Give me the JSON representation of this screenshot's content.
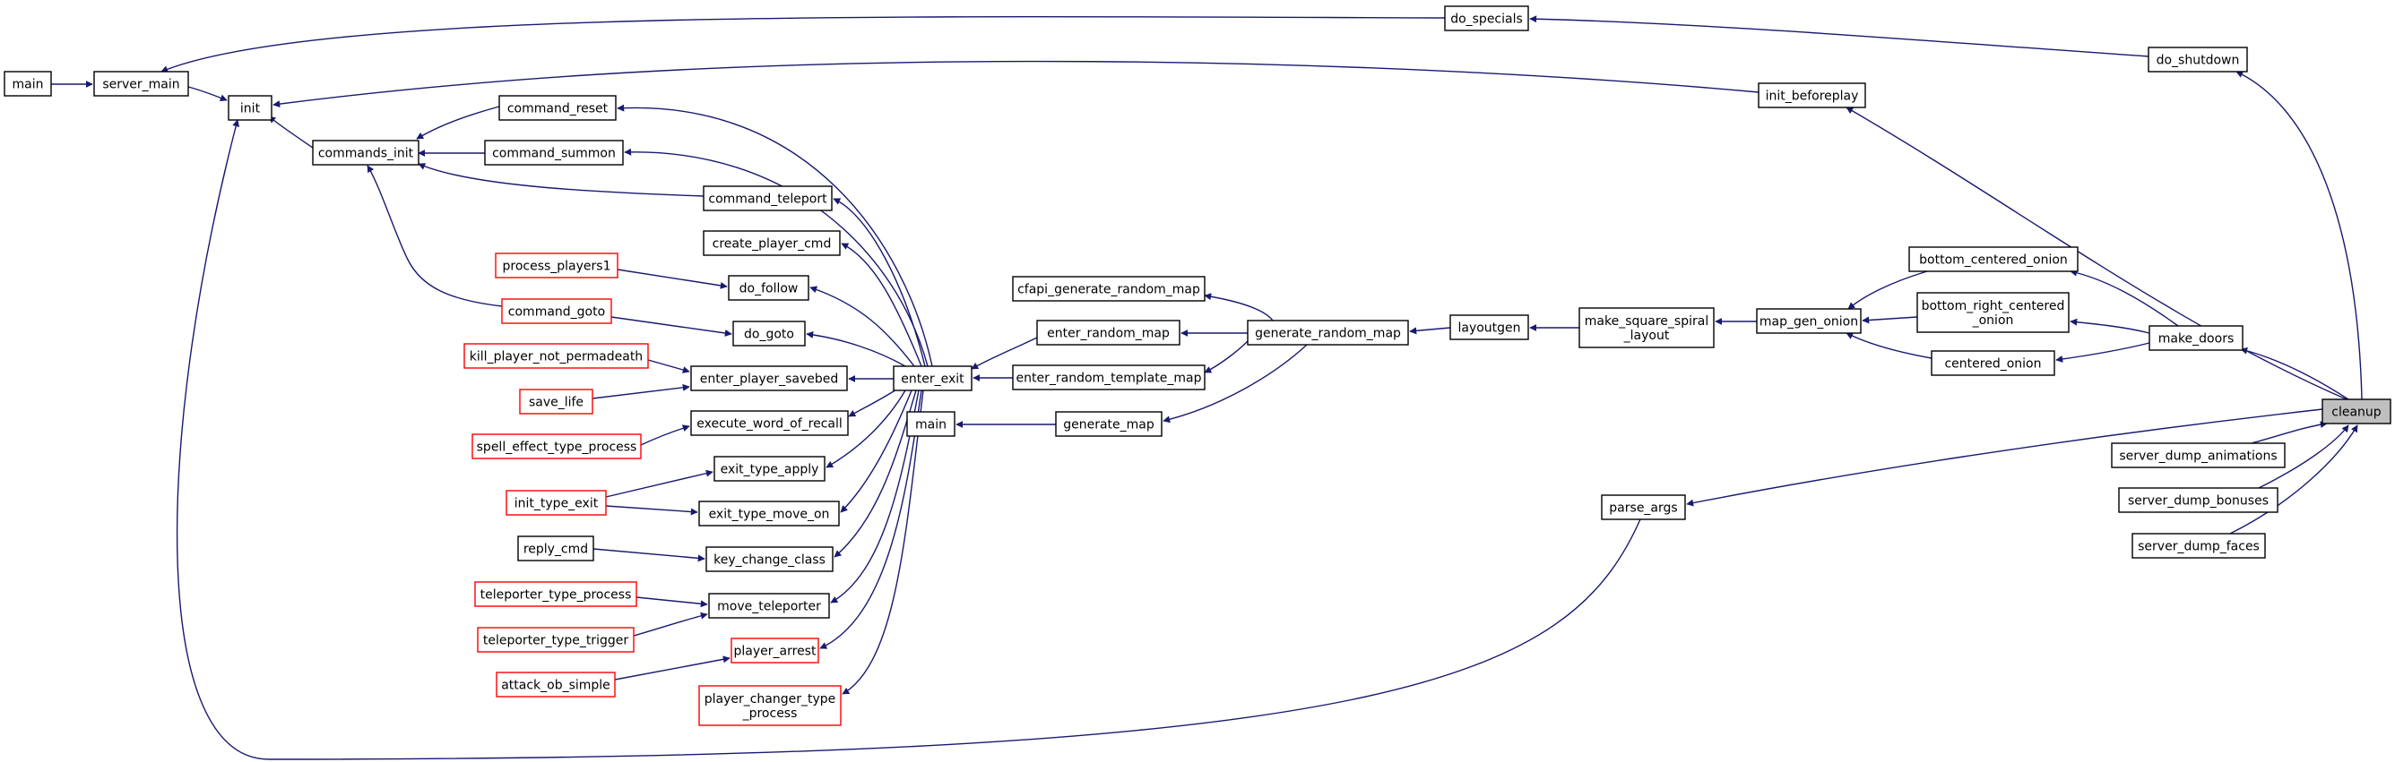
{
  "graph": {
    "colors": {
      "edge": "#191970",
      "truncated_border": "#ff0000",
      "focus_fill": "#bfbfbf"
    },
    "nodes": [
      {
        "id": "main1",
        "lines": [
          "main"
        ]
      },
      {
        "id": "server_main",
        "lines": [
          "server_main"
        ]
      },
      {
        "id": "init",
        "lines": [
          "init"
        ]
      },
      {
        "id": "commands_init",
        "lines": [
          "commands_init"
        ]
      },
      {
        "id": "command_reset",
        "lines": [
          "command_reset"
        ]
      },
      {
        "id": "command_summon",
        "lines": [
          "command_summon"
        ]
      },
      {
        "id": "command_teleport",
        "lines": [
          "command_teleport"
        ]
      },
      {
        "id": "create_player_cmd",
        "lines": [
          "create_player_cmd"
        ]
      },
      {
        "id": "process_players1",
        "lines": [
          "process_players1"
        ],
        "truncated": true
      },
      {
        "id": "do_follow",
        "lines": [
          "do_follow"
        ]
      },
      {
        "id": "command_goto",
        "lines": [
          "command_goto"
        ],
        "truncated": true
      },
      {
        "id": "do_goto",
        "lines": [
          "do_goto"
        ]
      },
      {
        "id": "kill_player",
        "lines": [
          "kill_player_not_permadeath"
        ],
        "truncated": true
      },
      {
        "id": "enter_player_savebed",
        "lines": [
          "enter_player_savebed"
        ]
      },
      {
        "id": "save_life",
        "lines": [
          "save_life"
        ],
        "truncated": true
      },
      {
        "id": "execute_word_of_recall",
        "lines": [
          "execute_word_of_recall"
        ]
      },
      {
        "id": "spell_effect",
        "lines": [
          "spell_effect_type_process"
        ],
        "truncated": true
      },
      {
        "id": "exit_type_apply",
        "lines": [
          "exit_type_apply"
        ]
      },
      {
        "id": "init_type_exit",
        "lines": [
          "init_type_exit"
        ],
        "truncated": true
      },
      {
        "id": "exit_type_move_on",
        "lines": [
          "exit_type_move_on"
        ]
      },
      {
        "id": "reply_cmd",
        "lines": [
          "reply_cmd"
        ]
      },
      {
        "id": "key_change_class",
        "lines": [
          "key_change_class"
        ]
      },
      {
        "id": "teleporter_type_process",
        "lines": [
          "teleporter_type_process"
        ],
        "truncated": true
      },
      {
        "id": "move_teleporter",
        "lines": [
          "move_teleporter"
        ]
      },
      {
        "id": "teleporter_type_trigger",
        "lines": [
          "teleporter_type_trigger"
        ],
        "truncated": true
      },
      {
        "id": "player_arrest",
        "lines": [
          "player_arrest"
        ],
        "truncated": true
      },
      {
        "id": "attack_ob_simple",
        "lines": [
          "attack_ob_simple"
        ],
        "truncated": true
      },
      {
        "id": "player_changer",
        "lines": [
          "player_changer_type",
          "_process"
        ],
        "truncated": true
      },
      {
        "id": "enter_exit",
        "lines": [
          "enter_exit"
        ]
      },
      {
        "id": "enter_random_map",
        "lines": [
          "enter_random_map"
        ]
      },
      {
        "id": "enter_random_template_map",
        "lines": [
          "enter_random_template_map"
        ]
      },
      {
        "id": "cfapi_generate_random_map",
        "lines": [
          "cfapi_generate_random_map"
        ]
      },
      {
        "id": "main2",
        "lines": [
          "main"
        ]
      },
      {
        "id": "generate_map",
        "lines": [
          "generate_map"
        ]
      },
      {
        "id": "generate_random_map",
        "lines": [
          "generate_random_map"
        ]
      },
      {
        "id": "layoutgen",
        "lines": [
          "layoutgen"
        ]
      },
      {
        "id": "make_square_spiral_layout",
        "lines": [
          "make_square_spiral",
          "_layout"
        ]
      },
      {
        "id": "map_gen_onion",
        "lines": [
          "map_gen_onion"
        ]
      },
      {
        "id": "bottom_centered_onion",
        "lines": [
          "bottom_centered_onion"
        ]
      },
      {
        "id": "bottom_right_centered_onion",
        "lines": [
          "bottom_right_centered",
          "_onion"
        ]
      },
      {
        "id": "centered_onion",
        "lines": [
          "centered_onion"
        ]
      },
      {
        "id": "make_doors",
        "lines": [
          "make_doors"
        ]
      },
      {
        "id": "do_specials",
        "lines": [
          "do_specials"
        ]
      },
      {
        "id": "do_shutdown",
        "lines": [
          "do_shutdown"
        ]
      },
      {
        "id": "init_beforeplay",
        "lines": [
          "init_beforeplay"
        ]
      },
      {
        "id": "parse_args",
        "lines": [
          "parse_args"
        ]
      },
      {
        "id": "cleanup",
        "lines": [
          "cleanup"
        ],
        "focus": true
      },
      {
        "id": "server_dump_animations",
        "lines": [
          "server_dump_animations"
        ]
      },
      {
        "id": "server_dump_bonuses",
        "lines": [
          "server_dump_bonuses"
        ]
      },
      {
        "id": "server_dump_faces",
        "lines": [
          "server_dump_faces"
        ]
      }
    ],
    "edges": [
      {
        "from": "main1",
        "to": "server_main"
      },
      {
        "from": "server_main",
        "to": "init"
      },
      {
        "from": "commands_init",
        "to": "init"
      },
      {
        "from": "command_reset",
        "to": "commands_init"
      },
      {
        "from": "command_summon",
        "to": "commands_init"
      },
      {
        "from": "command_teleport",
        "to": "commands_init"
      },
      {
        "from": "command_goto",
        "to": "commands_init"
      },
      {
        "from": "enter_exit",
        "to": "command_reset"
      },
      {
        "from": "enter_exit",
        "to": "command_summon"
      },
      {
        "from": "enter_exit",
        "to": "command_teleport"
      },
      {
        "from": "enter_exit",
        "to": "create_player_cmd"
      },
      {
        "from": "enter_exit",
        "to": "do_follow"
      },
      {
        "from": "enter_exit",
        "to": "do_goto"
      },
      {
        "from": "enter_exit",
        "to": "enter_player_savebed"
      },
      {
        "from": "enter_exit",
        "to": "execute_word_of_recall"
      },
      {
        "from": "enter_exit",
        "to": "exit_type_apply"
      },
      {
        "from": "enter_exit",
        "to": "exit_type_move_on"
      },
      {
        "from": "enter_exit",
        "to": "key_change_class"
      },
      {
        "from": "enter_exit",
        "to": "move_teleporter"
      },
      {
        "from": "enter_exit",
        "to": "player_arrest"
      },
      {
        "from": "enter_exit",
        "to": "player_changer"
      },
      {
        "from": "process_players1",
        "to": "do_follow"
      },
      {
        "from": "command_goto",
        "to": "do_goto"
      },
      {
        "from": "kill_player",
        "to": "enter_player_savebed"
      },
      {
        "from": "save_life",
        "to": "enter_player_savebed"
      },
      {
        "from": "spell_effect",
        "to": "execute_word_of_recall"
      },
      {
        "from": "init_type_exit",
        "to": "exit_type_apply"
      },
      {
        "from": "init_type_exit",
        "to": "exit_type_move_on"
      },
      {
        "from": "reply_cmd",
        "to": "key_change_class"
      },
      {
        "from": "teleporter_type_process",
        "to": "move_teleporter"
      },
      {
        "from": "teleporter_type_trigger",
        "to": "move_teleporter"
      },
      {
        "from": "attack_ob_simple",
        "to": "player_arrest"
      },
      {
        "from": "enter_random_map",
        "to": "enter_exit"
      },
      {
        "from": "enter_random_template_map",
        "to": "enter_exit"
      },
      {
        "from": "generate_random_map",
        "to": "enter_random_map"
      },
      {
        "from": "generate_random_map",
        "to": "enter_random_template_map"
      },
      {
        "from": "generate_random_map",
        "to": "cfapi_generate_random_map"
      },
      {
        "from": "generate_random_map",
        "to": "generate_map"
      },
      {
        "from": "generate_map",
        "to": "main2"
      },
      {
        "from": "layoutgen",
        "to": "generate_random_map"
      },
      {
        "from": "make_square_spiral_layout",
        "to": "layoutgen"
      },
      {
        "from": "map_gen_onion",
        "to": "make_square_spiral_layout"
      },
      {
        "from": "bottom_centered_onion",
        "to": "map_gen_onion"
      },
      {
        "from": "bottom_right_centered_onion",
        "to": "map_gen_onion"
      },
      {
        "from": "centered_onion",
        "to": "map_gen_onion"
      },
      {
        "from": "make_doors",
        "to": "bottom_centered_onion"
      },
      {
        "from": "make_doors",
        "to": "bottom_right_centered_onion"
      },
      {
        "from": "make_doors",
        "to": "centered_onion"
      },
      {
        "from": "cleanup",
        "to": "make_doors"
      },
      {
        "from": "cleanup",
        "to": "do_shutdown"
      },
      {
        "from": "cleanup",
        "to": "init_beforeplay"
      },
      {
        "from": "cleanup",
        "to": "parse_args"
      },
      {
        "from": "server_dump_animations",
        "to": "cleanup"
      },
      {
        "from": "server_dump_bonuses",
        "to": "cleanup"
      },
      {
        "from": "server_dump_faces",
        "to": "cleanup"
      },
      {
        "from": "do_shutdown",
        "to": "do_specials"
      },
      {
        "from": "do_specials",
        "to": "server_main"
      },
      {
        "from": "init_beforeplay",
        "to": "init"
      },
      {
        "from": "parse_args",
        "to": "init"
      }
    ]
  }
}
